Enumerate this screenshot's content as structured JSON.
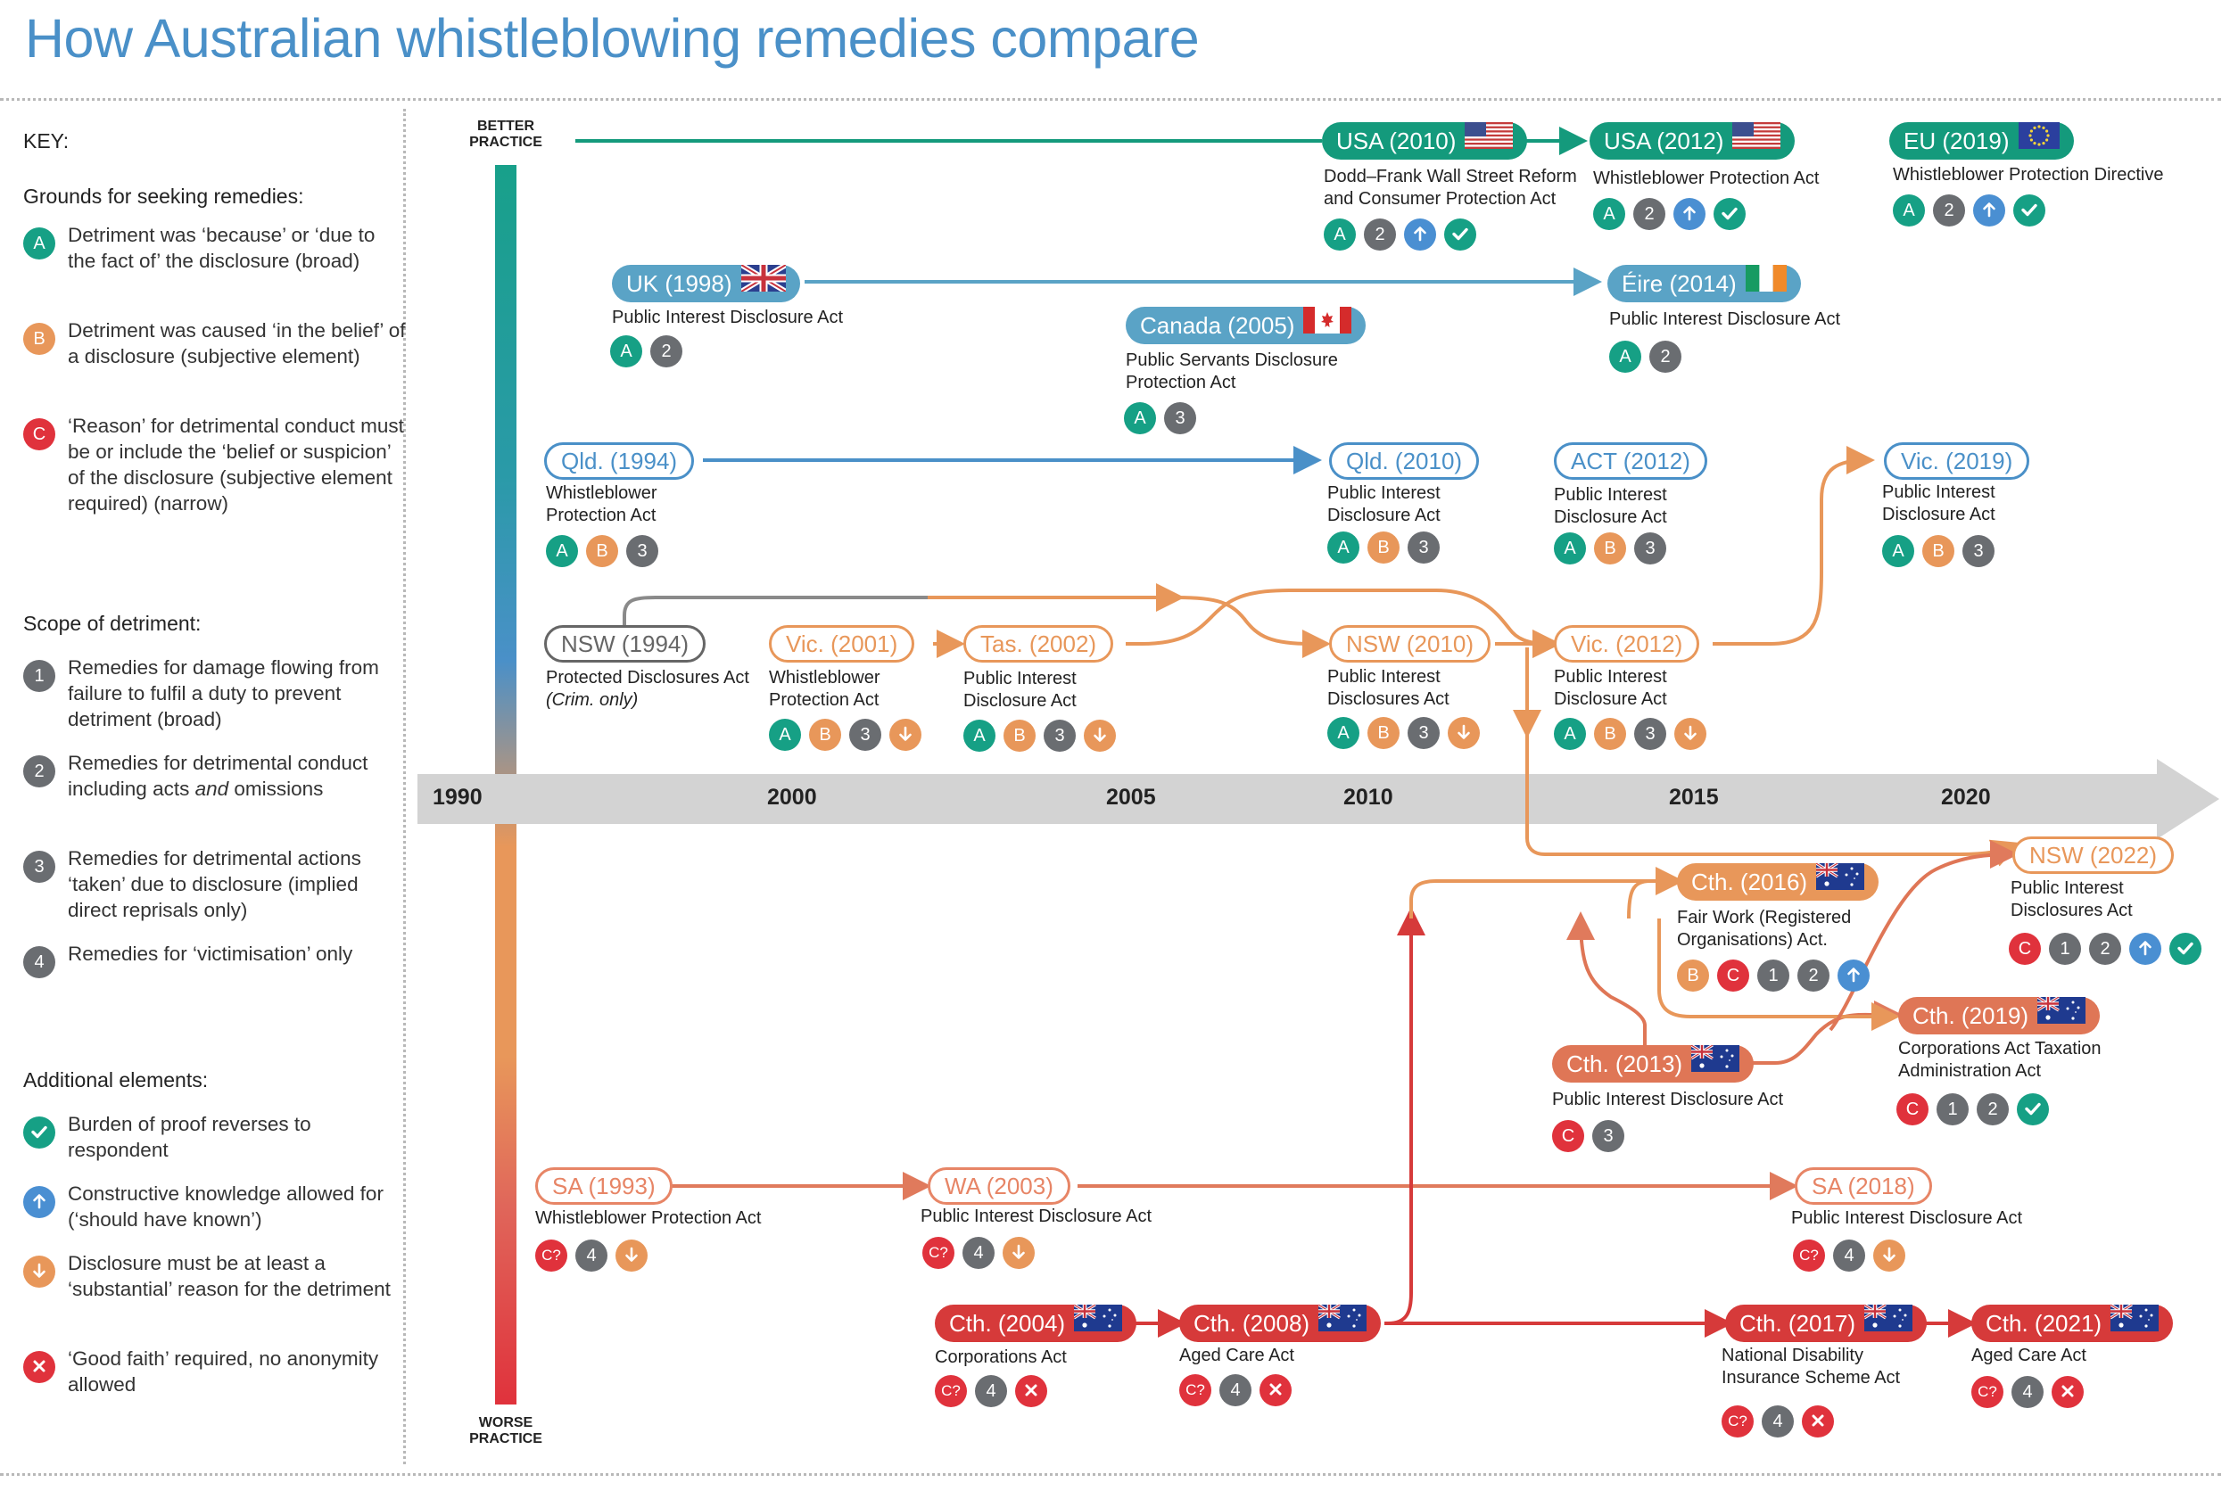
{
  "title": "How Australian whistleblowing remedies compare",
  "key": {
    "title": "KEY:",
    "grounds_heading": "Grounds for seeking remedies:",
    "grounds": [
      {
        "badge": "A",
        "text": "Detriment was ‘because’ or ‘due to the fact of’ the disclosure (broad)"
      },
      {
        "badge": "B",
        "text": "Detriment was caused ‘in the belief’ of a disclosure (subjective element)"
      },
      {
        "badge": "C",
        "text": "‘Reason’ for detrimental conduct must be or include the ‘belief or suspicion’ of the disclosure (subjective element required) (narrow)"
      }
    ],
    "scope_heading": "Scope of detriment:",
    "scope": [
      {
        "badge": "1",
        "text": "Remedies for damage flowing from failure to fulfil a duty to prevent detriment (broad)"
      },
      {
        "badge": "2",
        "text_before": "Remedies for detrimental conduct including acts ",
        "text_em": "and",
        "text_after": " omissions"
      },
      {
        "badge": "3",
        "text": "Remedies for detrimental actions ‘taken’ due to disclosure (implied direct reprisals only)"
      },
      {
        "badge": "4",
        "text": "Remedies for ‘victimisation’ only"
      }
    ],
    "additional_heading": "Additional elements:",
    "additional": [
      {
        "icon": "check-icon",
        "text": "Burden of proof reverses to respondent"
      },
      {
        "icon": "arrow-up-icon",
        "text": "Constructive knowledge allowed for (‘should have known’)"
      },
      {
        "icon": "arrow-down-icon",
        "text": "Disclosure must be at least a ‘substantial’ reason for the detriment"
      },
      {
        "icon": "cross-icon",
        "text": "‘Good faith’ required, no anonymity allowed"
      }
    ]
  },
  "scale": {
    "top": "BETTER PRACTICE",
    "bottom": "WORSE PRACTICE"
  },
  "timeline_years": [
    "1990",
    "2000",
    "2005",
    "2010",
    "2015",
    "2020"
  ],
  "laws": {
    "usa2010": {
      "label": "USA (2010)",
      "act": "Dodd–Frank Wall Street Reform and Consumer Protection Act",
      "flag": "us-flag-icon"
    },
    "usa2012": {
      "label": "USA (2012)",
      "act": "Whistleblower Protection Act",
      "flag": "us-flag-icon"
    },
    "eu2019": {
      "label": "EU (2019)",
      "act": "Whistleblower Protection Directive",
      "flag": "eu-flag-icon"
    },
    "uk1998": {
      "label": "UK (1998)",
      "act": "Public Interest Disclosure Act",
      "flag": "uk-flag-icon"
    },
    "canada2005": {
      "label": "Canada (2005)",
      "act": "Public Servants Disclosure Protection Act",
      "flag": "canada-flag-icon"
    },
    "eire2014": {
      "label": "Éire (2014)",
      "act": "Public Interest Disclosure Act",
      "flag": "ireland-flag-icon"
    },
    "qld1994": {
      "label": "Qld. (1994)",
      "act": "Whistleblower Protection Act"
    },
    "qld2010": {
      "label": "Qld. (2010)",
      "act": "Public Interest Disclosure Act"
    },
    "act2012": {
      "label": "ACT (2012)",
      "act": "Public Interest Disclosure Act"
    },
    "vic2019": {
      "label": "Vic. (2019)",
      "act": "Public Interest Disclosure Act"
    },
    "nsw1994": {
      "label": "NSW (1994)",
      "act": "Protected Disclosures Act",
      "act_note": "(Crim. only)"
    },
    "vic2001": {
      "label": "Vic. (2001)",
      "act": "Whistleblower Protection Act"
    },
    "tas2002": {
      "label": "Tas. (2002)",
      "act": "Public Interest Disclosure Act"
    },
    "nsw2010": {
      "label": "NSW (2010)",
      "act": "Public Interest Disclosures Act"
    },
    "vic2012": {
      "label": "Vic. (2012)",
      "act": "Public Interest Disclosure Act"
    },
    "cth2016": {
      "label": "Cth. (2016)",
      "act": "Fair Work (Registered Organisations) Act.",
      "flag": "australia-flag-icon"
    },
    "nsw2022": {
      "label": "NSW (2022)",
      "act": "Public Interest Disclosures Act"
    },
    "cth2019": {
      "label": "Cth. (2019)",
      "act": "Corporations Act Taxation Administration Act",
      "flag": "australia-flag-icon"
    },
    "cth2013": {
      "label": "Cth. (2013)",
      "act": "Public Interest Disclosure Act",
      "flag": "australia-flag-icon"
    },
    "sa1993": {
      "label": "SA (1993)",
      "act": "Whistleblower Protection Act"
    },
    "wa2003": {
      "label": "WA (2003)",
      "act": "Public Interest Disclosure Act"
    },
    "sa2018": {
      "label": "SA (2018)",
      "act": "Public Interest Disclosure Act"
    },
    "cth2004": {
      "label": "Cth. (2004)",
      "act": "Corporations Act",
      "flag": "australia-flag-icon"
    },
    "cth2008": {
      "label": "Cth. (2008)",
      "act": "Aged Care Act",
      "flag": "australia-flag-icon"
    },
    "cth2017": {
      "label": "Cth. (2017)",
      "act": "National Disability Insurance Scheme Act",
      "flag": "australia-flag-icon"
    },
    "cth2021": {
      "label": "Cth. (2021)",
      "act": "Aged Care Act",
      "flag": "australia-flag-icon"
    }
  },
  "colors": {
    "title_blue": "#4a90c8",
    "teal": "#149a7c",
    "light_blue": "#5aa3c6",
    "orange": "#e8975a",
    "salmon": "#df7656",
    "red": "#d63a3a",
    "grey": "#6a6d71",
    "timeline": "#d3d3d3"
  }
}
